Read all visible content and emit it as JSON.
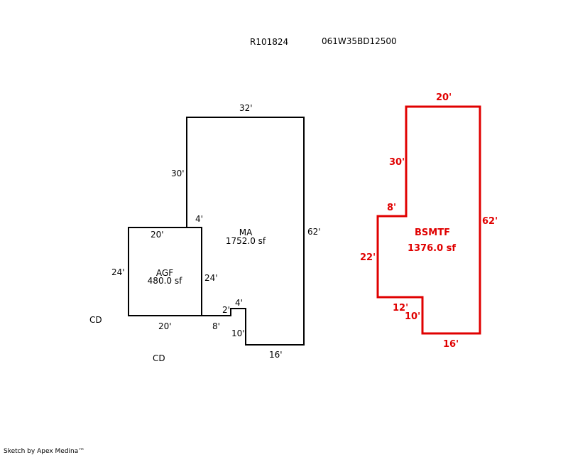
{
  "header": {
    "account": "R101824",
    "map_taxlot": "061W35BD12500"
  },
  "colors": {
    "main": "#000000",
    "basement": "#e00000"
  },
  "areas": {
    "ma": {
      "name": "MA",
      "area": "1752.0 sf",
      "dims": {
        "top": "32'",
        "left_upper": "30'",
        "right": "62'",
        "left_step": "4'",
        "agf_side": "24'",
        "bottom_step": "8'",
        "notch_up": "2'",
        "notch_top": "4'",
        "notch_down": "10'",
        "bottom": "16'"
      }
    },
    "agf": {
      "name": "AGF",
      "area": "480.0 sf",
      "dims": {
        "top": "20'",
        "left": "24'",
        "bottom": "20'"
      }
    },
    "bsmtf": {
      "name": "BSMTF",
      "area": "1376.0 sf",
      "dims": {
        "top": "20'",
        "left_upper": "30'",
        "step": "8'",
        "right": "62'",
        "left_lower": "22'",
        "bottom_step": "12'",
        "notch": "10'",
        "bottom": "16'"
      }
    }
  },
  "labels": {
    "cd1": "CD",
    "cd2": "CD"
  },
  "footer": "Sketch by Apex Medina™"
}
